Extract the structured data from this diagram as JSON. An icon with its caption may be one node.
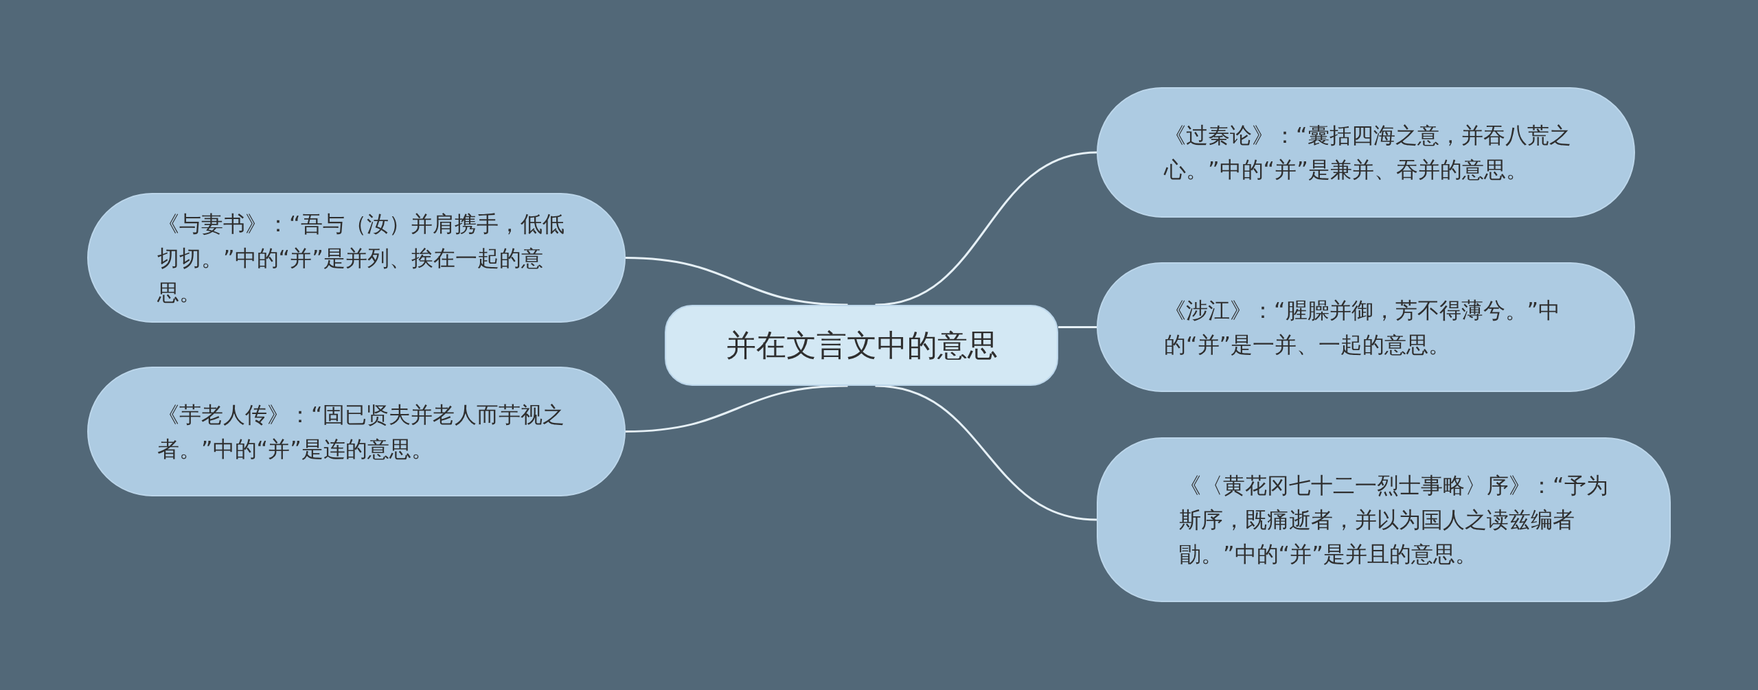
{
  "diagram": {
    "nodes": [
      {
        "text": [
          "并在文言文中的意思"
        ]
      },
      {
        "text": [
          "《与妻书》：“吾与（汝）并肩携手，低低切切。”中的“并”是并列、挨在一起的意思。"
        ]
      },
      {
        "text": [
          "《芋老人传》：“固已贤夫并老人而芋视之者。”中的“并”是连的意思。"
        ]
      },
      {
        "text": [
          "《过秦论》：“囊括四海之意，并吞八荒之心。”中的“并”是兼并、吞并的意思。"
        ]
      },
      {
        "text": [
          "《涉江》：“腥臊并御，芳不得薄兮。”中的“并”是一并、一起的意思。"
        ]
      },
      {
        "text": [
          "《〈黄花冈七十二一烈士事略〉序》：“予为斯序，既痛逝者，并以为国人之读兹编者勖。”中的“并”是并且的意思。"
        ]
      }
    ],
    "edges": [
      {
        "from": 0,
        "to": 1,
        "arrow": "none"
      },
      {
        "from": 0,
        "to": 2,
        "arrow": "none"
      },
      {
        "from": 0,
        "to": 3,
        "arrow": "none"
      },
      {
        "from": 0,
        "to": 4,
        "arrow": "none"
      },
      {
        "from": 0,
        "to": 5,
        "arrow": "none"
      }
    ]
  }
}
